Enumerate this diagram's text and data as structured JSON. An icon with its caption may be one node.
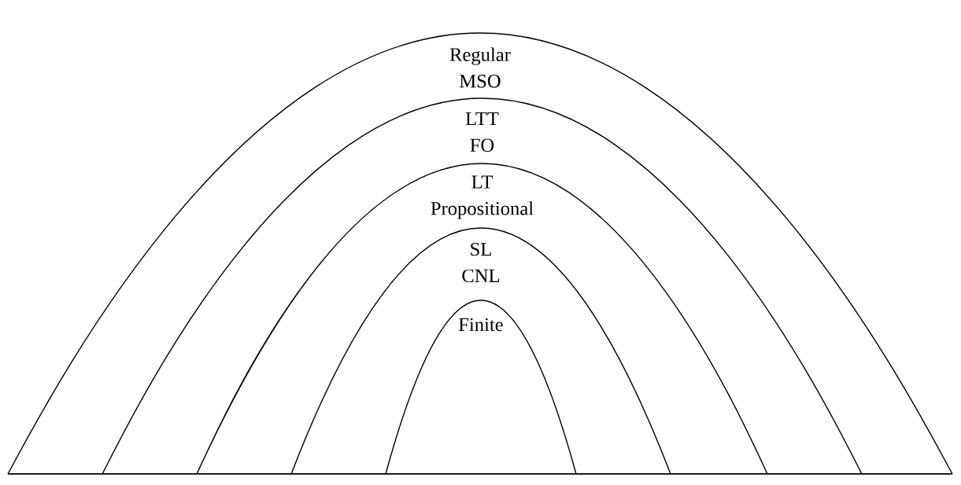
{
  "diagram": {
    "nodes": [
      {
        "text": [
          "Regular",
          "MSO"
        ]
      },
      {
        "text": [
          "LTT",
          "FO"
        ],
        "in": 0
      },
      {
        "text": [
          "LT",
          "Propositional"
        ],
        "in": 1
      },
      {
        "text": [
          "SL",
          "CNL"
        ],
        "in": 2
      },
      {
        "text": [
          "Finite"
        ],
        "in": 3
      }
    ]
  }
}
